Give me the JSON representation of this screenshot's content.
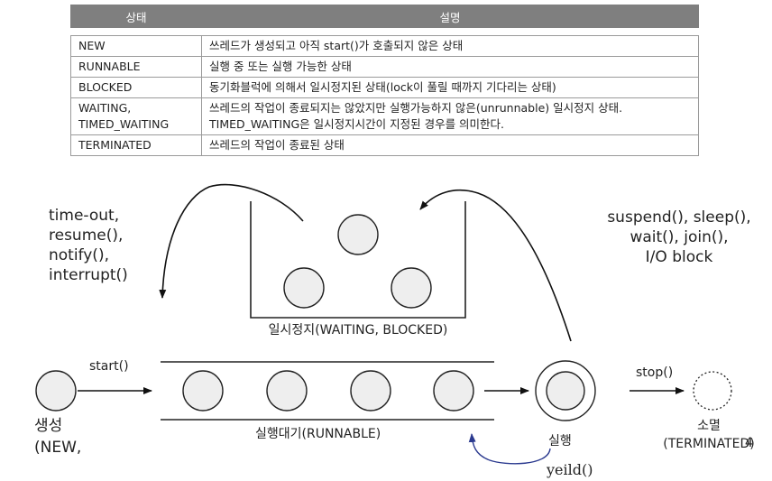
{
  "table": {
    "headers": [
      "상태",
      "설명"
    ],
    "rows": [
      {
        "state": "NEW",
        "desc": "쓰레드가 생성되고 아직 start()가 호출되지 않은 상태"
      },
      {
        "state": "RUNNABLE",
        "desc": "실행 중 또는 실행 가능한 상태"
      },
      {
        "state": "BLOCKED",
        "desc": "동기화블럭에 의해서 일시정지된 상태(lock이 풀릴 때까지 기다리는 상태)"
      },
      {
        "state": "WAITING,\nTIMED_WAITING",
        "desc": "쓰레드의 작업이 종료되지는 않았지만 실행가능하지 않은(unrunnable) 일시정지 상태. TIMED_WAITING은 일시정지시간이 지정된 경우를 의미한다."
      },
      {
        "state": "TERMINATED",
        "desc": "쓰레드의 작업이 종료된 상태"
      }
    ]
  },
  "diagram": {
    "resume_methods": "time-out,\nresume(),\nnotify(),\ninterrupt()",
    "suspend_methods": "suspend(), sleep(),\nwait(), join(),\nI/O block",
    "waiting_label": "일시정지(WAITING, BLOCKED)",
    "start_label": "start()",
    "new_label": "생성\n(NEW,",
    "runnable_label": "실행대기(RUNNABLE)",
    "running_label": "실행",
    "yield_label": "yeild()",
    "stop_label": "stop()",
    "terminated_label": "소멸\n(TERMINATED)",
    "page_number": "4"
  }
}
